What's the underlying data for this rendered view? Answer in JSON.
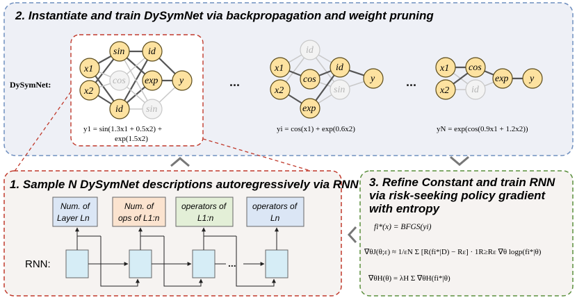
{
  "title_top": "2. Instantiate and train DySymNet via backpropagation and weight pruning",
  "title_left": "1. Sample N DySymNet descriptions autoregressively via RNN",
  "title_right": [
    "3. Refine Constant and train RNN",
    "via risk-seeking policy gradient",
    "with entropy"
  ],
  "dysymnet_label": "DySymNet:",
  "ellipsis": "...",
  "network1": {
    "inputs": [
      "x1",
      "x2"
    ],
    "layer1": [
      "sin",
      "cos",
      "id"
    ],
    "layer2": [
      "id",
      "exp",
      "sin"
    ],
    "output": "y",
    "equation_line1": "y1 = sin(1.3x1 + 0.5x2) +",
    "equation_line2": "exp(1.5x2)"
  },
  "network2": {
    "inputs": [
      "x1",
      "x2"
    ],
    "layer1": [
      "id",
      "cos",
      "exp"
    ],
    "layer2": [
      "id",
      "sin"
    ],
    "output": "y",
    "equation": "yi = cos(x1) + exp(0.6x2)"
  },
  "network3": {
    "inputs": [
      "x1",
      "x2"
    ],
    "layer1": [
      "cos",
      "id"
    ],
    "layer2": [
      "exp"
    ],
    "output": "y",
    "equation": "yN = exp(cos(0.9x1 + 1.2x2))"
  },
  "rnn": {
    "label": "RNN:",
    "boxes": [
      {
        "line1": "Num. of",
        "line2": "Layer Ln"
      },
      {
        "line1": "Num. of",
        "line2": "ops of L1:n"
      },
      {
        "line1": "operators of",
        "line2": "L1:n"
      },
      {
        "line1": "operators of",
        "line2": "Ln"
      }
    ],
    "ellipsis": "..."
  },
  "equations": {
    "bfgs": "fi*(x) = BFGS(yi)",
    "policy_gradient": "∇θJ(θ;ε) ≈ 1/εN Σ [R(fi*|D) − Rε] · 1R≥Rε ∇θ logp(fi*|θ)",
    "entropy": "∇θH(θ) = λH Σ ∇θH(fi*|θ)"
  },
  "colors": {
    "panel_top_border": "#6f8fbf",
    "panel_top_fill": "#eef0f6",
    "panel_left_border": "#c0392b",
    "panel_left_fill": "#f6f3f1",
    "panel_right_border": "#5a8f3c",
    "panel_right_fill": "#f6f3f1",
    "node_fill": "#fde2a0",
    "node_stroke": "#5a4a1a",
    "box_blue": "#dbe6f5",
    "box_orange": "#fbe3cf",
    "box_green": "#e3efd7",
    "rnn_cell": "#d6edf6"
  }
}
